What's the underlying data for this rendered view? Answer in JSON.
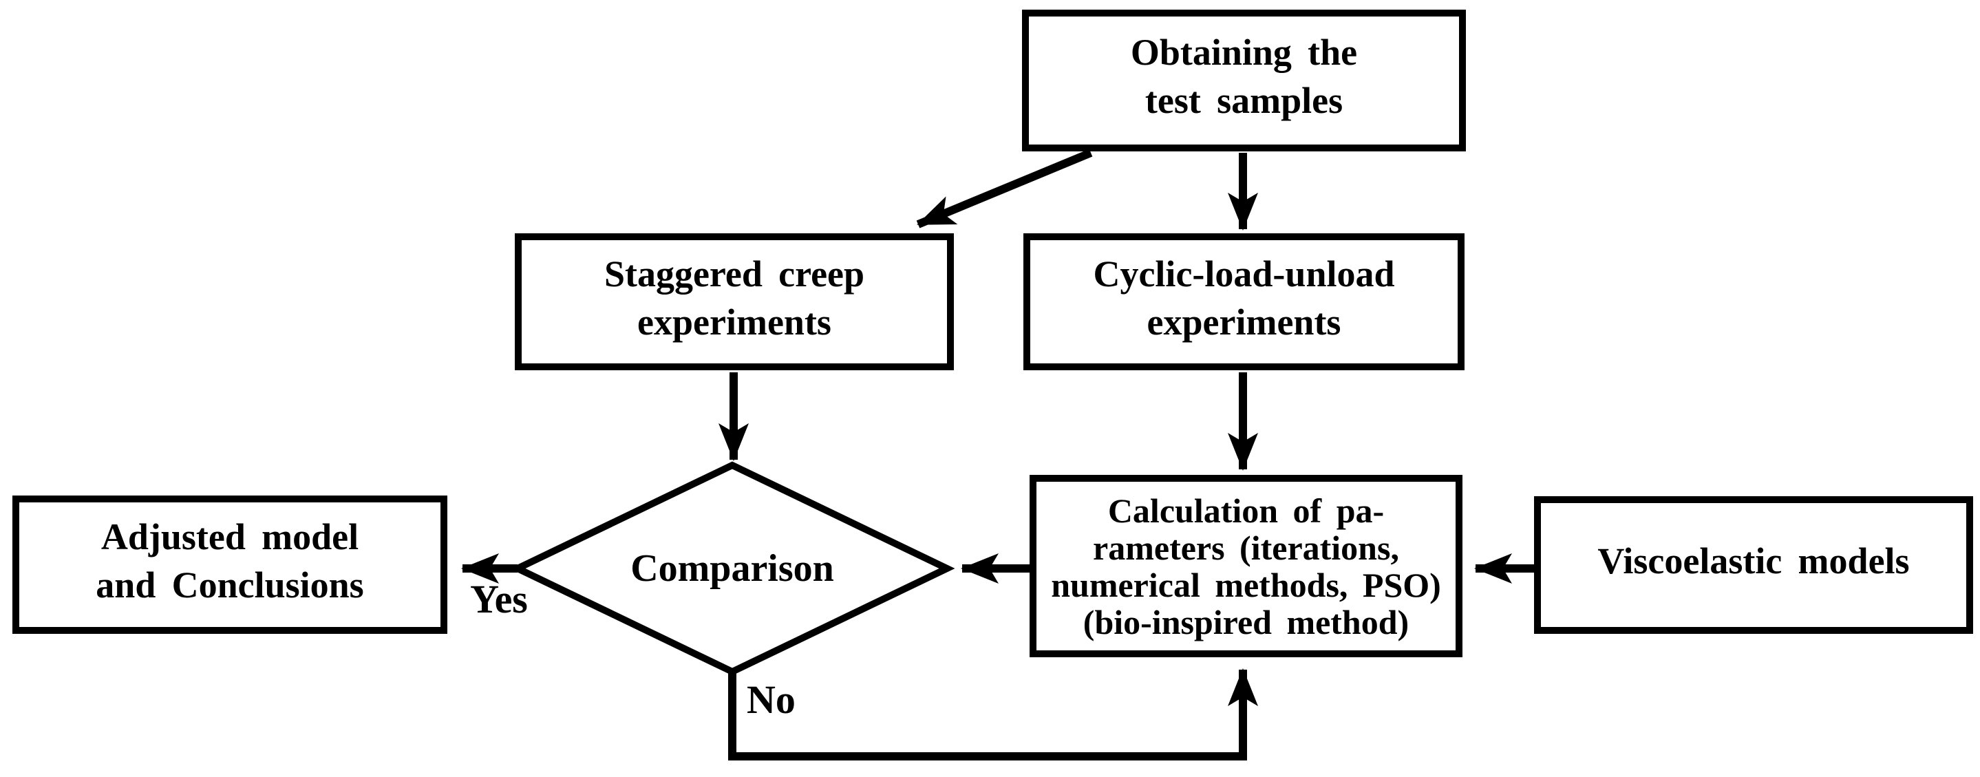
{
  "colors": {
    "ink": "#000000",
    "background": "#ffffff"
  },
  "nodes": {
    "obtaining": {
      "lines": [
        "Obtaining the",
        "test samples"
      ]
    },
    "staggered": {
      "lines": [
        "Staggered creep",
        "experiments"
      ]
    },
    "cyclic": {
      "lines": [
        "Cyclic-load-unload",
        "experiments"
      ]
    },
    "comparison": {
      "label": "Comparison"
    },
    "calculation": {
      "lines": [
        "Calculation of pa-",
        "rameters (iterations,",
        "numerical methods, PSO)",
        "(bio-inspired method)"
      ]
    },
    "viscoelastic": {
      "lines": [
        "Viscoelastic models"
      ]
    },
    "adjusted": {
      "lines": [
        "Adjusted model",
        "and Conclusions"
      ]
    }
  },
  "edge_labels": {
    "yes": "Yes",
    "no": "No"
  }
}
